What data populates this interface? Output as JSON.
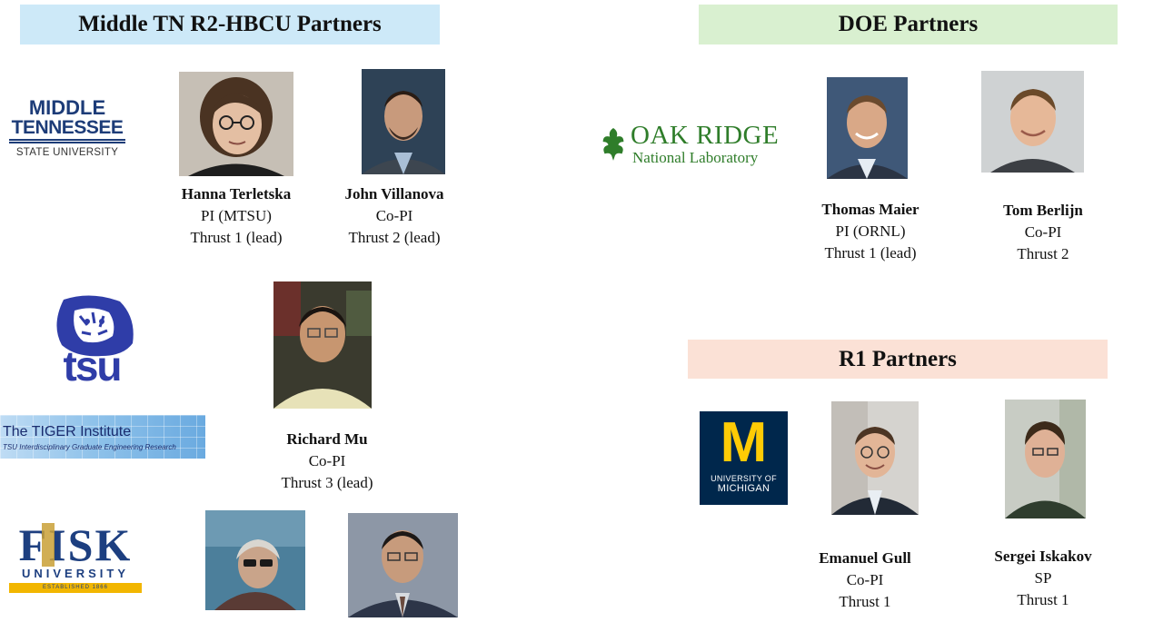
{
  "banners": {
    "hbcu": "Middle TN R2-HBCU Partners",
    "doe": "DOE Partners",
    "r1": "R1 Partners"
  },
  "colors": {
    "hbcu_banner": "#cde9f8",
    "doe_banner": "#d9f0d0",
    "r1_banner": "#fbe1d6",
    "mtsu_blue": "#1d3c78",
    "tsu_blue": "#2f3da8",
    "fisk_blue": "#1d3f80",
    "fisk_gold": "#f2b600",
    "ornl_green": "#2f7d2a",
    "umich_blue": "#00274c",
    "umich_maize": "#ffcb05"
  },
  "logos": {
    "mtsu": {
      "line1": "MIDDLE",
      "line2": "TENNESSEE",
      "line3": "STATE UNIVERSITY"
    },
    "tsu": {
      "text": "tsu"
    },
    "tiger": {
      "title": "The TIGER Institute",
      "subtitle": "TSU Interdisciplinary Graduate Engineering Research"
    },
    "fisk": {
      "name": "FISK",
      "sub": "UNIVERSITY",
      "est": "ESTABLISHED 1866"
    },
    "ornl": {
      "line1": "OAK RIDGE",
      "line2": "National Laboratory"
    },
    "umich": {
      "letter": "M",
      "line1": "UNIVERSITY OF",
      "line2": "MICHIGAN"
    }
  },
  "people": {
    "terletska": {
      "name": "Hanna Terletska",
      "role": "PI (MTSU)",
      "thrust": "Thrust 1 (lead)"
    },
    "villanova": {
      "name": "John Villanova",
      "role": "Co-PI",
      "thrust": "Thrust 2 (lead)"
    },
    "mu": {
      "name": "Richard Mu",
      "role": "Co-PI",
      "thrust": "Thrust 3 (lead)"
    },
    "maier": {
      "name": "Thomas Maier",
      "role": "PI (ORNL)",
      "thrust": "Thrust 1 (lead)"
    },
    "berlijn": {
      "name": "Tom Berlijn",
      "role": "Co-PI",
      "thrust": "Thrust 2"
    },
    "gull": {
      "name": "Emanuel Gull",
      "role": "Co-PI",
      "thrust": "Thrust 1"
    },
    "iskakov": {
      "name": "Sergei Iskakov",
      "role": "SP",
      "thrust": "Thrust 1"
    }
  }
}
